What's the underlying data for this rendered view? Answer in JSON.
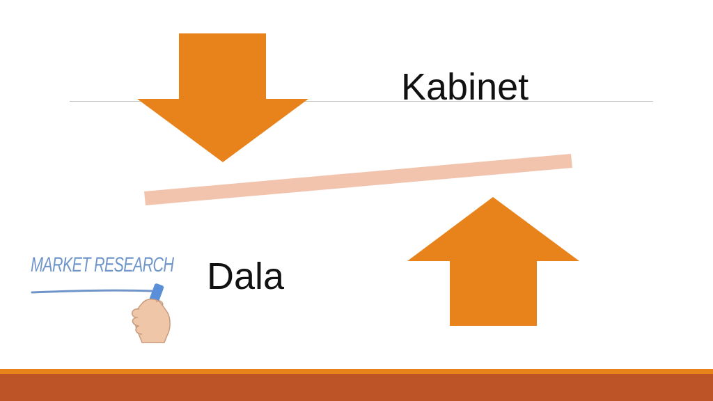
{
  "labels": {
    "top": "Kabinet",
    "bottom": "Dala"
  },
  "image": {
    "caption": "MARKET RESEARCH"
  },
  "colors": {
    "arrow": "#e8821a",
    "beam": "#f2c3ad",
    "rule": "#bdbdbd",
    "footer_accent": "#e8821a",
    "footer_bar": "#bc5428",
    "text": "#111111",
    "image_text": "#6f95c9"
  },
  "icons": {
    "down_arrow": "arrow-down",
    "up_arrow": "arrow-up",
    "hand": "hand-with-marker"
  }
}
